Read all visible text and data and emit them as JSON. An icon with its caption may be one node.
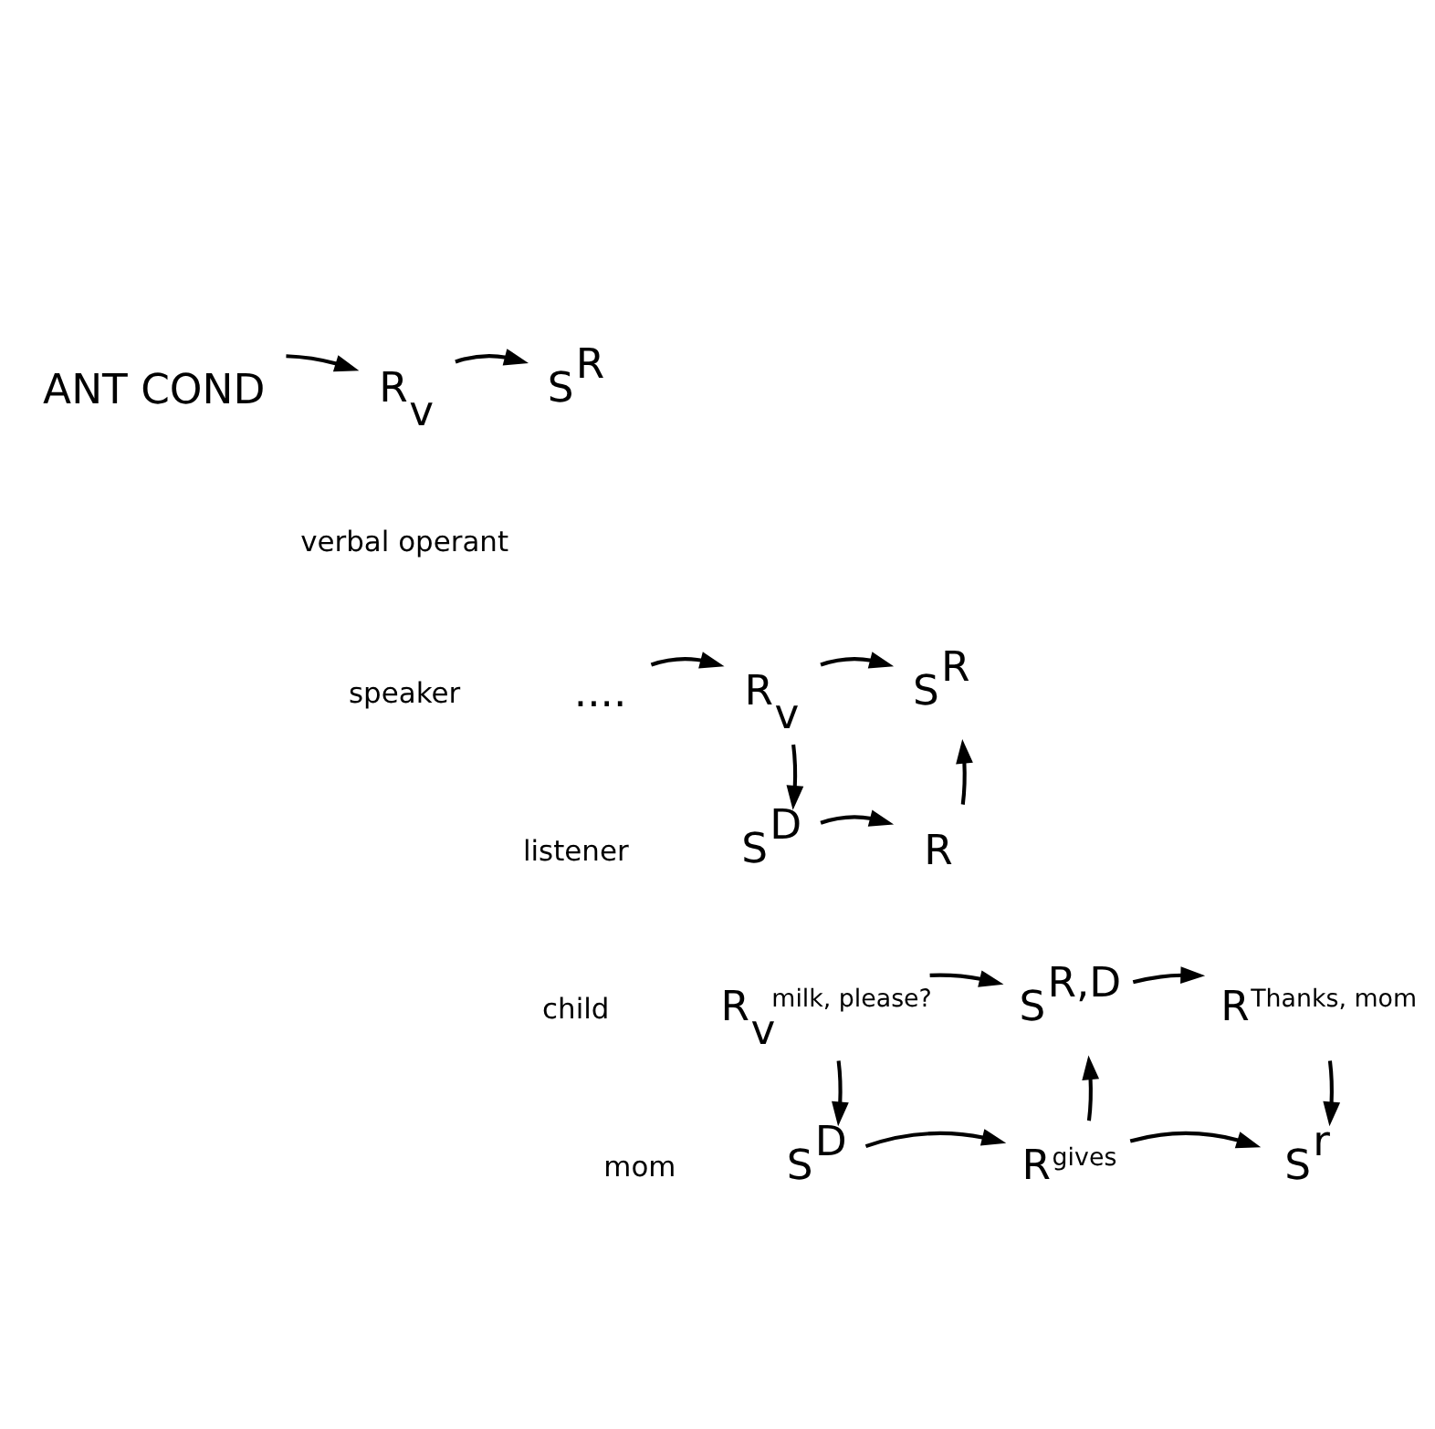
{
  "diagram": {
    "nodes": [
      {
        "text": [
          "ANT COND"
        ]
      },
      {
        "text": [
          "R$_{v}$"
        ]
      },
      {
        "text": [
          "S$^{R}$"
        ]
      },
      {
        "text": [
          "...."
        ]
      },
      {
        "text": [
          "R$_{v}$"
        ]
      },
      {
        "text": [
          "S$^{R}$"
        ]
      },
      {
        "text": [
          "S$^{D}$"
        ]
      },
      {
        "text": [
          "R"
        ]
      },
      {
        "text": [
          "R$_{v}$"
        ],
        "beside": [
          "milk, please?"
        ]
      },
      {
        "text": [
          "S$^{R,D}$"
        ]
      },
      {
        "text": [
          "R"
        ],
        "beside": [
          "Thanks, mom"
        ]
      },
      {
        "text": [
          "S$^{D}$"
        ]
      },
      {
        "text": [
          "R"
        ],
        "beside": [
          "gives"
        ]
      },
      {
        "text": [
          "S$^{r}$"
        ]
      }
    ],
    "edges": [
      {
        "from": 0,
        "to": 1,
        "arrow": "to"
      },
      {
        "from": 1,
        "to": 2,
        "arrow": "to"
      },
      {
        "from": 3,
        "to": 4,
        "arrow": "to"
      },
      {
        "from": 4,
        "to": 5,
        "arrow": "to"
      },
      {
        "from": 4,
        "to": 6,
        "arrow": "to"
      },
      {
        "from": 6,
        "to": 7,
        "arrow": "to"
      },
      {
        "from": 7,
        "to": 5,
        "arrow": "to"
      },
      {
        "from": 8,
        "to": 9,
        "arrow": "to"
      },
      {
        "from": 9,
        "to": 10,
        "arrow": "to"
      },
      {
        "from": 8,
        "to": 11,
        "arrow": "to"
      },
      {
        "from": 11,
        "to": 12,
        "arrow": "to"
      },
      {
        "from": 12,
        "to": 9,
        "arrow": "to"
      },
      {
        "from": 12,
        "to": 13,
        "arrow": "to"
      },
      {
        "from": 10,
        "to": 13,
        "arrow": "to"
      }
    ],
    "labels": [
      "verbal operant",
      "speaker",
      "listener",
      "child",
      "mom"
    ]
  }
}
